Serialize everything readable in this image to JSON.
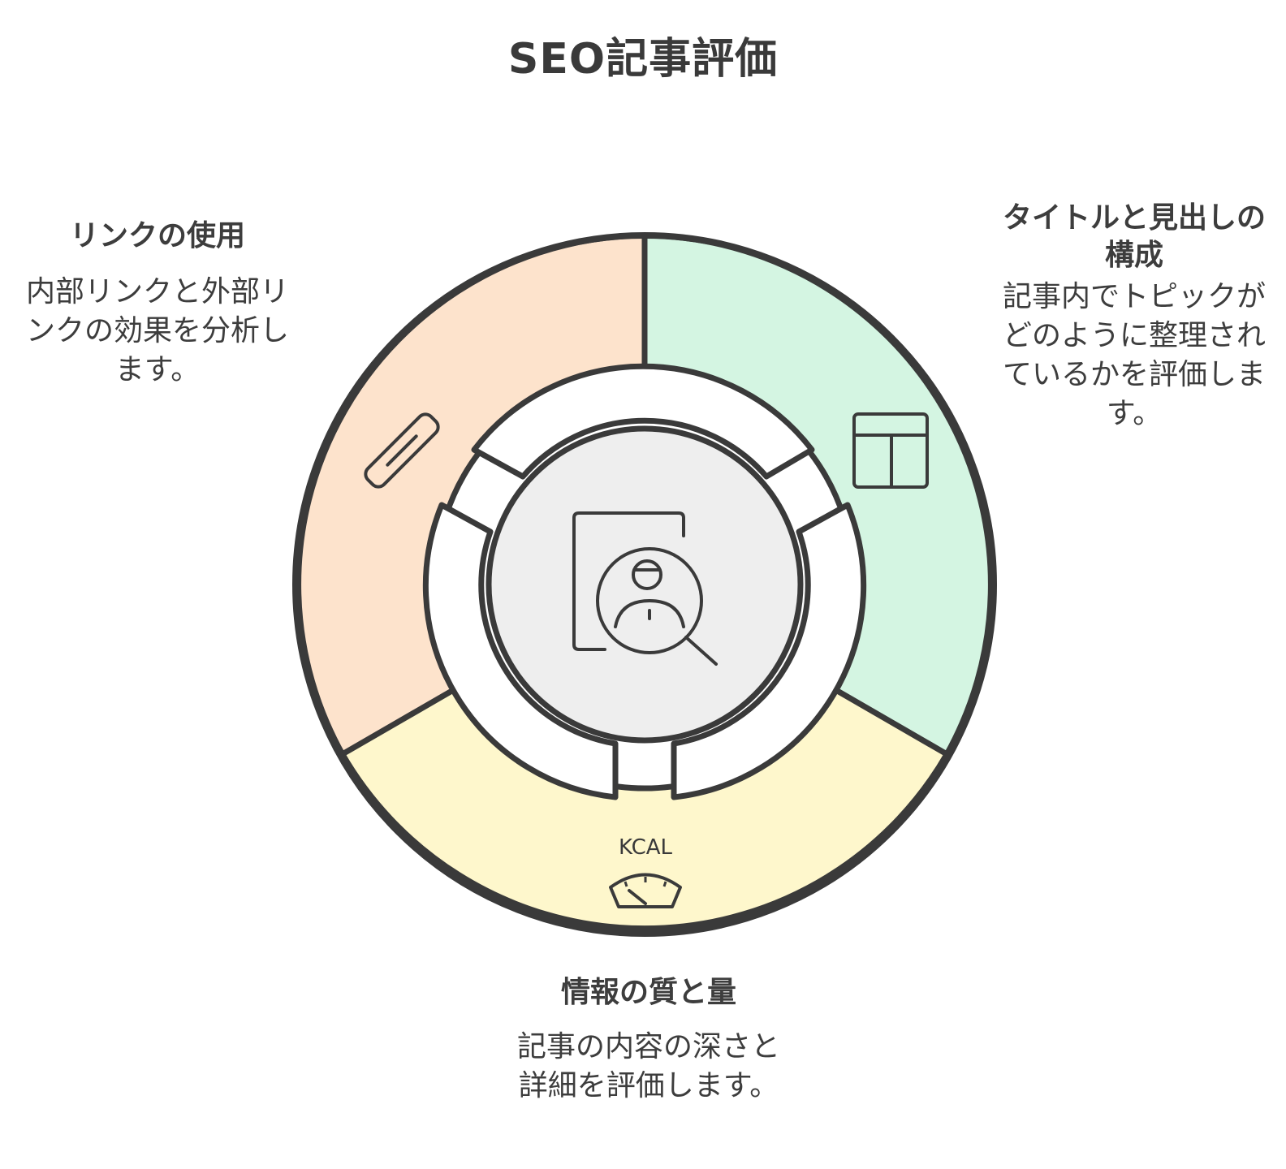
{
  "title": "SEO記事評価",
  "sections": [
    {
      "id": "links",
      "title": "リンクの使用",
      "description": "内部リンクと外部リンクの効果を分析します。",
      "color": "#fde3cc",
      "icon": "link-icon"
    },
    {
      "id": "structure",
      "title": "タイトルと見出しの構成",
      "description": "記事内でトピックがどのように整理されているかを評価します。",
      "color": "#d4f5e2",
      "icon": "layout-icon"
    },
    {
      "id": "content",
      "title": "情報の質と量",
      "description": "記事の内容の深さと詳細を評価します。",
      "color": "#fef7cc",
      "icon": "scale-icon",
      "icon_text": "KCAL"
    }
  ],
  "center": {
    "icon": "search-profile-icon",
    "color": "#eeeeee"
  },
  "stroke_color": "#3a3a3a"
}
